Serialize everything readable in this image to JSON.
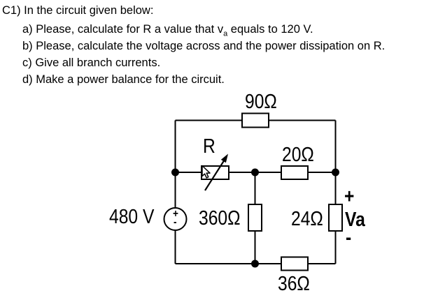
{
  "problem": {
    "heading": "C1) In the circuit given below:",
    "item_a_prefix": "a) Please, calculate for R a value that v",
    "item_a_sub": "a",
    "item_a_suffix": " equals to 120 V.",
    "item_b": "b) Please, calculate the voltage across and the power dissipation on R.",
    "item_c": "c) Give all branch currents.",
    "item_d": "d) Make a power balance for the circuit."
  },
  "circuit": {
    "source_label": "480 V",
    "source_plus": "+",
    "source_minus": "-",
    "resistor_top": "90Ω",
    "resistor_variable": "R",
    "resistor_middle": "20Ω",
    "resistor_left_branch": "360Ω",
    "resistor_right_branch": "24Ω",
    "resistor_bottom": "36Ω",
    "output_plus": "+",
    "output_label": "Va",
    "output_minus": "-"
  },
  "colors": {
    "ink": "#000000",
    "background": "#ffffff"
  }
}
